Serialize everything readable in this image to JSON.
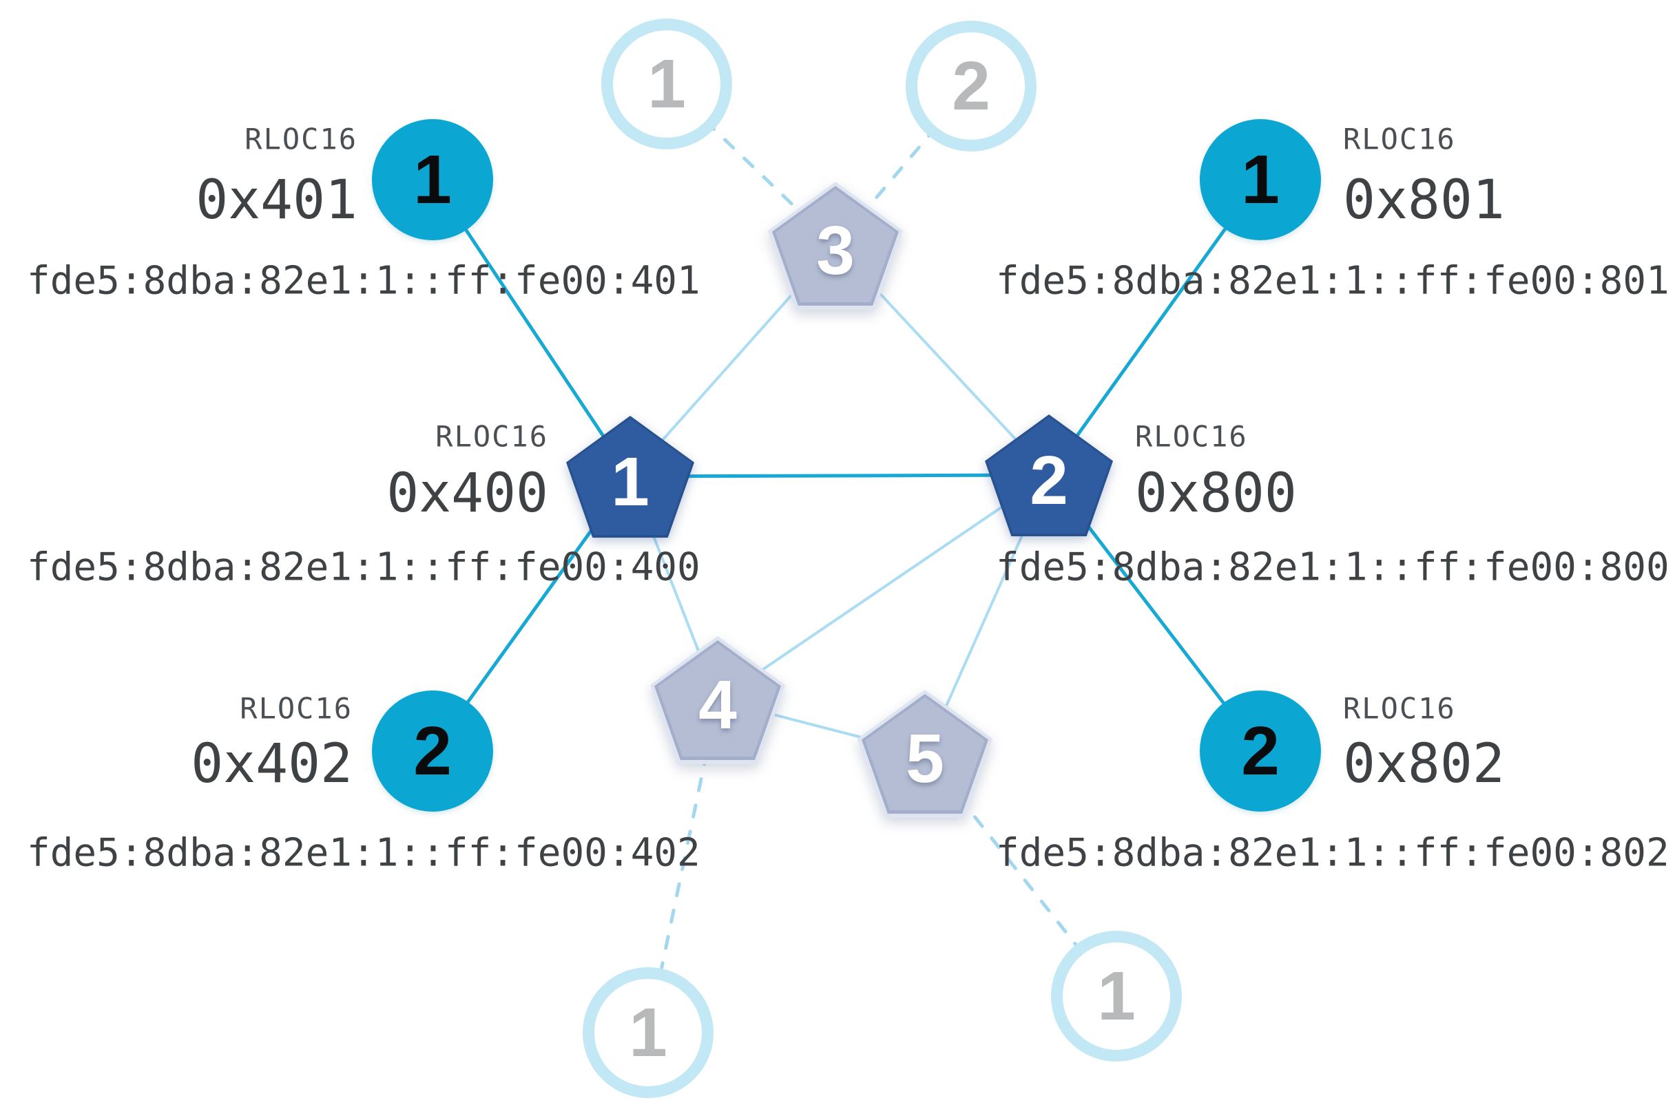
{
  "colors": {
    "child_active_fill": "#0ca6d2",
    "leader_router_fill": "#2f5ca0",
    "other_router_fill": "#b4bdd3",
    "other_router_rim": "#dfe5f0",
    "child_link": "#17a9d5",
    "router_link": "#aadcf3",
    "faded_link": "#a2d7ef",
    "faded_ring": "#c2e7f5",
    "faded_number": "#b7b9bb",
    "text": "#3f4245"
  },
  "nodes": {
    "router_1": {
      "label": "1"
    },
    "router_2": {
      "label": "2"
    },
    "router_3": {
      "label": "3"
    },
    "router_4": {
      "label": "4"
    },
    "router_5": {
      "label": "5"
    },
    "child_left_top": {
      "label": "1"
    },
    "child_left_bottom": {
      "label": "2"
    },
    "child_right_top": {
      "label": "1"
    },
    "child_right_bottom": {
      "label": "2"
    },
    "faded_child_top_left": {
      "label": "1"
    },
    "faded_child_top_right": {
      "label": "2"
    },
    "faded_child_bottom_left": {
      "label": "1"
    },
    "faded_child_bottom_right": {
      "label": "1"
    }
  },
  "annotations": {
    "child_left_top": {
      "rloc16_label": "RLOC16",
      "rloc16": "0x401",
      "ipv6": "fde5:8dba:82e1:1::ff:fe00:401"
    },
    "router_1": {
      "rloc16_label": "RLOC16",
      "rloc16": "0x400",
      "ipv6": "fde5:8dba:82e1:1::ff:fe00:400"
    },
    "child_left_bottom": {
      "rloc16_label": "RLOC16",
      "rloc16": "0x402",
      "ipv6": "fde5:8dba:82e1:1::ff:fe00:402"
    },
    "child_right_top": {
      "rloc16_label": "RLOC16",
      "rloc16": "0x801",
      "ipv6": "fde5:8dba:82e1:1::ff:fe00:801"
    },
    "router_2": {
      "rloc16_label": "RLOC16",
      "rloc16": "0x800",
      "ipv6": "fde5:8dba:82e1:1::ff:fe00:800"
    },
    "child_right_bottom": {
      "rloc16_label": "RLOC16",
      "rloc16": "0x802",
      "ipv6": "fde5:8dba:82e1:1::ff:fe00:802"
    }
  },
  "links": [
    {
      "from": "child_left_top",
      "to": "router_1",
      "type": "child"
    },
    {
      "from": "child_left_bottom",
      "to": "router_1",
      "type": "child"
    },
    {
      "from": "child_right_top",
      "to": "router_2",
      "type": "child"
    },
    {
      "from": "child_right_bottom",
      "to": "router_2",
      "type": "child"
    },
    {
      "from": "router_1",
      "to": "router_2",
      "type": "child"
    },
    {
      "from": "router_1",
      "to": "router_3",
      "type": "router"
    },
    {
      "from": "router_2",
      "to": "router_3",
      "type": "router"
    },
    {
      "from": "router_1",
      "to": "router_4",
      "type": "router"
    },
    {
      "from": "router_2",
      "to": "router_4",
      "type": "router"
    },
    {
      "from": "router_2",
      "to": "router_5",
      "type": "router"
    },
    {
      "from": "router_4",
      "to": "router_5",
      "type": "router"
    },
    {
      "from": "faded_child_top_left",
      "to": "router_3",
      "type": "faded"
    },
    {
      "from": "faded_child_top_right",
      "to": "router_3",
      "type": "faded"
    },
    {
      "from": "router_4",
      "to": "faded_child_bottom_left",
      "type": "faded"
    },
    {
      "from": "router_5",
      "to": "faded_child_bottom_right",
      "type": "faded"
    }
  ]
}
